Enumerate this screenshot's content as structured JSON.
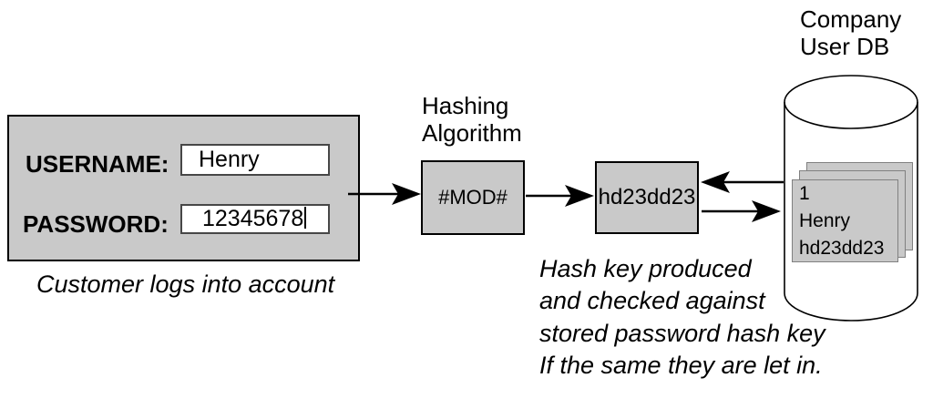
{
  "colors": {
    "diagram_fill_gray": "#c9c9c9",
    "outline_black": "#000000",
    "card_border_gray": "#808080",
    "input_background": "#ffffff"
  },
  "login_form": {
    "username_label": "USERNAME:",
    "username_value": "Henry",
    "password_label": "PASSWORD:",
    "password_value": "12345678",
    "caption": "Customer logs into account"
  },
  "hashing": {
    "label_line1": "Hashing",
    "label_line2": "Algorithm",
    "box_text": "#MOD#"
  },
  "hash_result": {
    "box_text": "hd23dd23"
  },
  "database": {
    "title_line1": "Company",
    "title_line2": "User DB",
    "record": {
      "line1": "1",
      "line2": "Henry",
      "line3": "hd23dd23"
    }
  },
  "annotation": {
    "line1": "Hash key produced",
    "line2": "and checked against",
    "line3": "stored password hash key",
    "line4": "If the same they are let in."
  }
}
